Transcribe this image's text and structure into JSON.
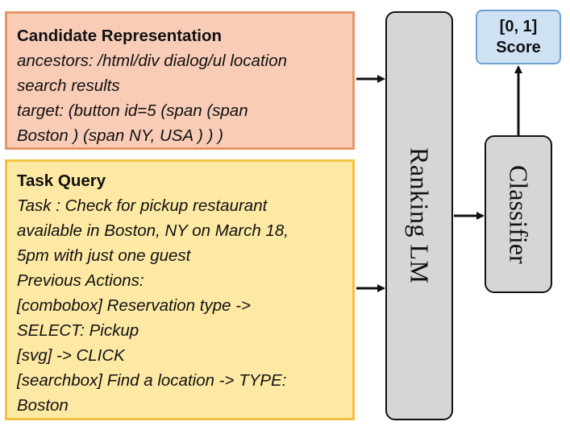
{
  "candidate": {
    "title": "Candidate Representation",
    "lines": [
      "ancestors: /html/div dialog/ul location",
      "search results",
      "target: (button id=5 (span (span",
      "Boston ) (span NY, USA ) ) )"
    ]
  },
  "task_query": {
    "title": "Task Query",
    "lines": [
      "Task : Check for pickup restaurant",
      "available in Boston, NY on March 18,",
      "5pm with just one guest",
      "Previous Actions:",
      "[combobox] Reservation type ->",
      "SELECT: Pickup",
      "[svg] -> CLICK",
      "[searchbox] Find a location -> TYPE:",
      "Boston"
    ]
  },
  "ranking_lm": {
    "label": "Ranking LM"
  },
  "classifier": {
    "label": "Classifier"
  },
  "score": {
    "range": "[0, 1]",
    "label": "Score"
  },
  "colors": {
    "candidate_fill": "#f8ccb7",
    "candidate_border": "#e8956a",
    "task_fill": "#fde9a4",
    "task_border": "#f5c144",
    "model_fill": "#d6d6d6",
    "score_fill": "#cfe2f3",
    "score_border": "#6fa0d2"
  }
}
